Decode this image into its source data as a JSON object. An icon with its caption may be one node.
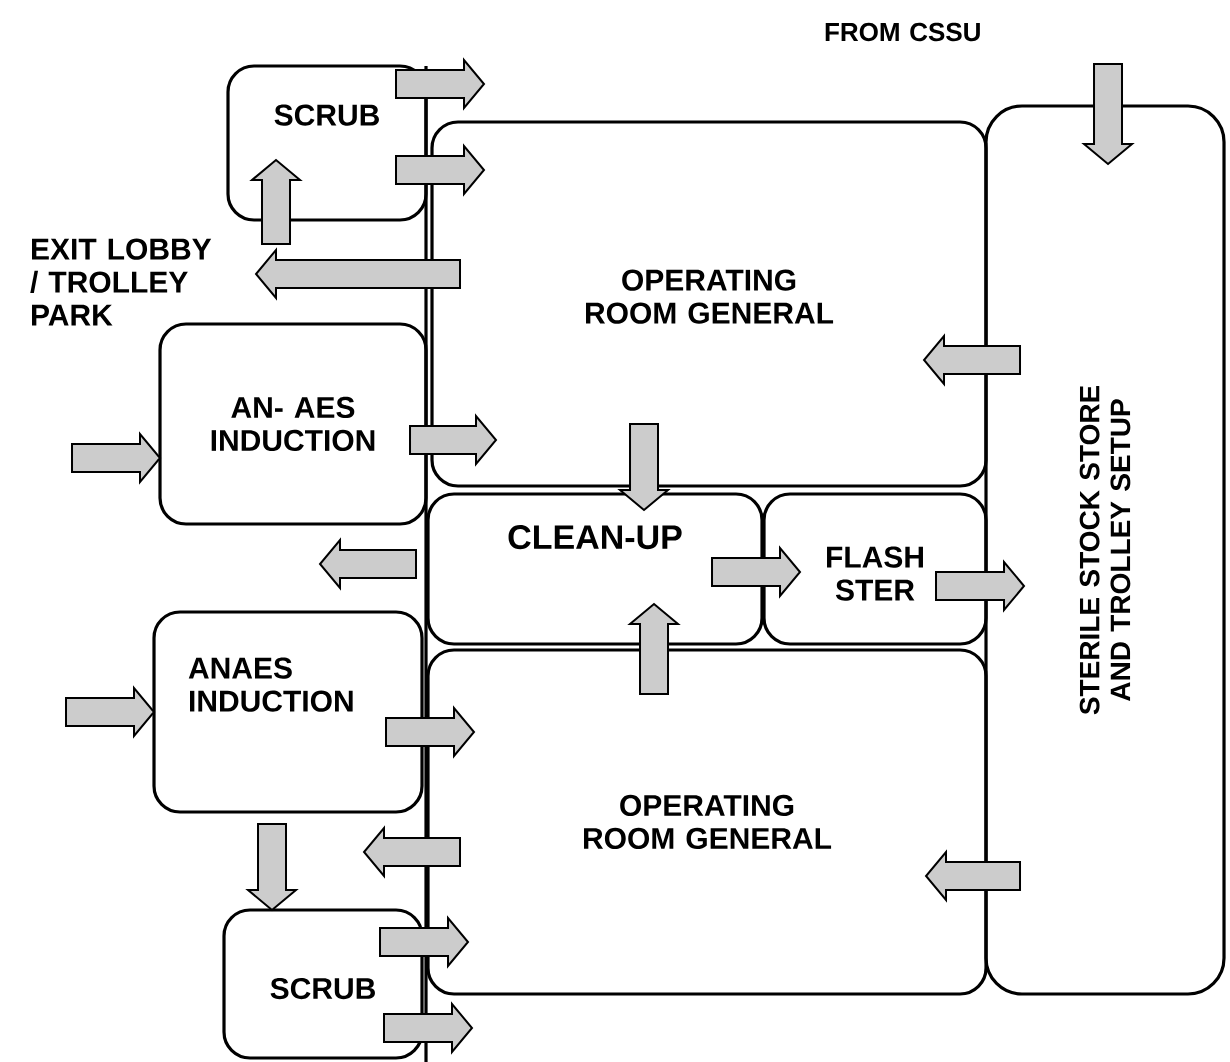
{
  "diagram": {
    "nodes": [
      {
        "text": [
          "SCRUB"
        ]
      },
      {
        "text": [
          "OPERATING ROOM GENERAL"
        ]
      },
      {
        "text": [
          "EXIT LOBBY / TROLLEY PARK"
        ]
      },
      {
        "text": [
          "AN- AES INDUCTION"
        ]
      },
      {
        "text": [
          "CLEAN-UP"
        ]
      },
      {
        "text": [
          "FLASH STER"
        ]
      },
      {
        "text": [
          "STERILE STOCK STORE AND TROLLEY SETUP"
        ]
      },
      {
        "text": [
          "ANAES INDUCTION"
        ]
      },
      {
        "text": [
          "OPERATING ROOM GENERAL"
        ]
      },
      {
        "text": [
          "SCRUB"
        ]
      },
      {
        "text": [
          "FROM CSSU"
        ]
      }
    ],
    "edges": [
      {
        "from": 0,
        "to": null,
        "arrow": "to"
      },
      {
        "from": 0,
        "to": 1,
        "arrow": "to"
      },
      {
        "from": 2,
        "to": 0,
        "arrow": "to"
      },
      {
        "from": 1,
        "to": 2,
        "arrow": "to"
      },
      {
        "from": 6,
        "to": 1,
        "arrow": "to"
      },
      {
        "from": null,
        "to": 3,
        "arrow": "to"
      },
      {
        "from": 3,
        "to": 1,
        "arrow": "to"
      },
      {
        "from": 1,
        "to": 4,
        "arrow": "to"
      },
      {
        "from": 4,
        "to": null,
        "arrow": "to"
      },
      {
        "from": 4,
        "to": 5,
        "arrow": "to"
      },
      {
        "from": 5,
        "to": 6,
        "arrow": "to"
      },
      {
        "from": 8,
        "to": 4,
        "arrow": "to"
      },
      {
        "from": null,
        "to": 7,
        "arrow": "to"
      },
      {
        "from": 7,
        "to": 8,
        "arrow": "to"
      },
      {
        "from": 8,
        "to": null,
        "arrow": "to"
      },
      {
        "from": null,
        "to": 9,
        "arrow": "to"
      },
      {
        "from": 9,
        "to": 8,
        "arrow": "to"
      },
      {
        "from": 9,
        "to": null,
        "arrow": "to"
      },
      {
        "from": 10,
        "to": 6,
        "arrow": "to"
      },
      {
        "from": 6,
        "to": 8,
        "arrow": "to"
      }
    ]
  }
}
